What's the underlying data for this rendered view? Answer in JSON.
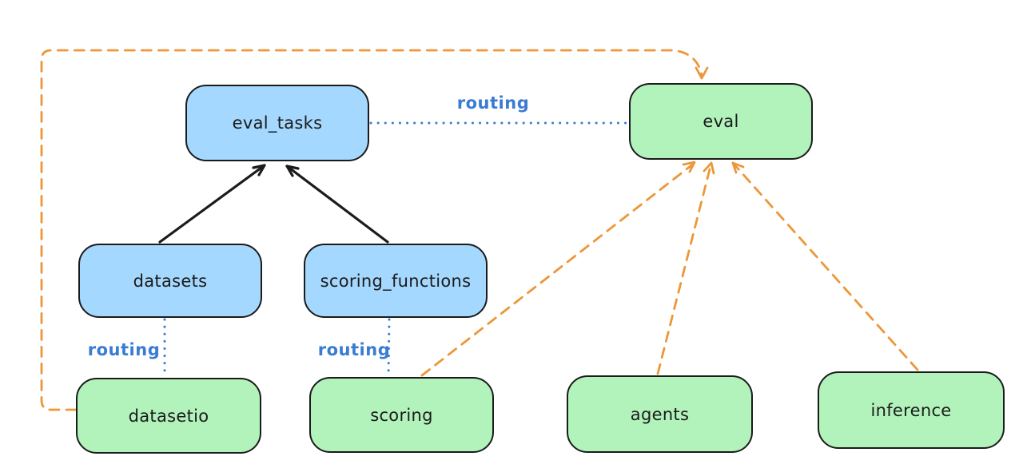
{
  "diagram": {
    "background": "#ffffff",
    "colors": {
      "blue_node_fill": "#a5d8ff",
      "green_node_fill": "#b2f2bb",
      "node_border": "#1b1b1b",
      "routing_blue": "#3b7cd3",
      "provider_orange": "#ec9738",
      "arrow_black": "#1b1b1b"
    },
    "nodes": [
      {
        "id": "eval_tasks",
        "label": "eval_tasks",
        "fill": "blue"
      },
      {
        "id": "eval",
        "label": "eval",
        "fill": "green"
      },
      {
        "id": "datasets",
        "label": "datasets",
        "fill": "blue"
      },
      {
        "id": "scoring_functions",
        "label": "scoring_functions",
        "fill": "blue"
      },
      {
        "id": "datasetio",
        "label": "datasetio",
        "fill": "green"
      },
      {
        "id": "scoring",
        "label": "scoring",
        "fill": "green"
      },
      {
        "id": "agents",
        "label": "agents",
        "fill": "green"
      },
      {
        "id": "inference",
        "label": "inference",
        "fill": "green"
      }
    ],
    "edges": [
      {
        "from": "eval_tasks",
        "to": "eval",
        "style": "dotted-blue",
        "label": "routing"
      },
      {
        "from": "datasets",
        "to": "datasetio",
        "style": "dotted-blue",
        "label": "routing"
      },
      {
        "from": "scoring_functions",
        "to": "scoring",
        "style": "dotted-blue",
        "label": "routing"
      },
      {
        "from": "datasets",
        "to": "eval_tasks",
        "style": "solid-black-arrow"
      },
      {
        "from": "scoring_functions",
        "to": "eval_tasks",
        "style": "solid-black-arrow"
      },
      {
        "from": "datasetio",
        "to": "eval",
        "style": "dashed-orange-arrow"
      },
      {
        "from": "scoring",
        "to": "eval",
        "style": "dashed-orange-arrow"
      },
      {
        "from": "agents",
        "to": "eval",
        "style": "dashed-orange-arrow"
      },
      {
        "from": "inference",
        "to": "eval",
        "style": "dashed-orange-arrow"
      }
    ]
  }
}
